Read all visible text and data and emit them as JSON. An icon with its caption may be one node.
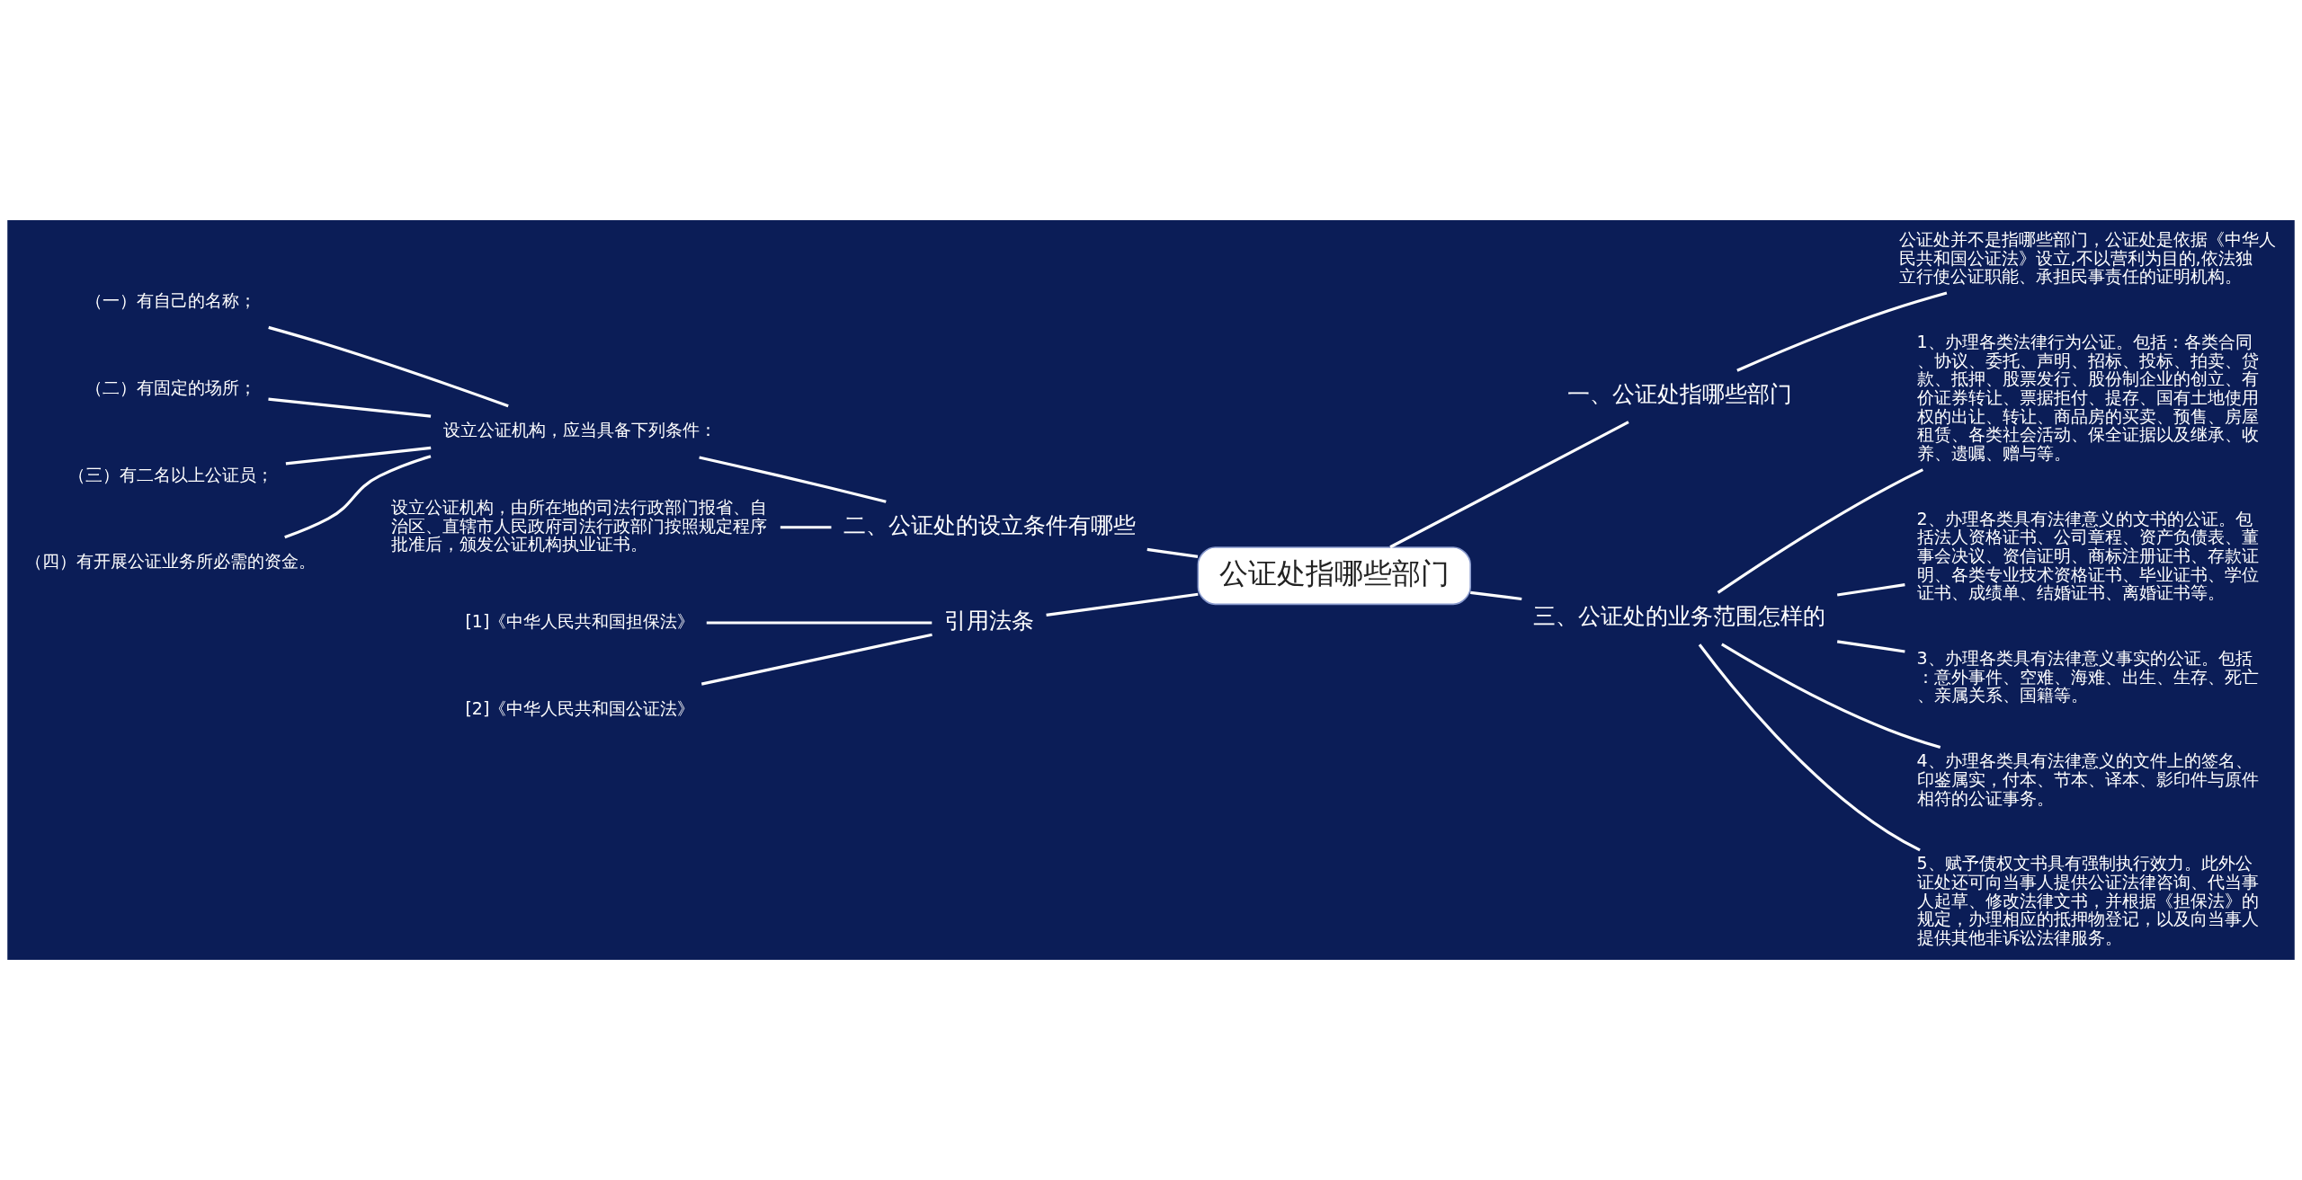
{
  "diagram": {
    "nodes": [
      {
        "text": [
          "公证处指哪些部门"
        ]
      },
      {
        "text": [
          "一、公证处指哪些部门"
        ]
      },
      {
        "text": [
          "公证处并不是指哪些部门，公证处是依据《中华人民共和国公证法》设立,不以营利为目的,依法独立行使公证职能、承担民事责任的证明机构。"
        ]
      },
      {
        "text": [
          "三、公证处的业务范围怎样的"
        ]
      },
      {
        "text": [
          "1、办理各类法律行为公证。包括：各类合同、协议、委托、声明、招标、投标、拍卖、贷款、抵押、股票发行、股份制企业的创立、有价证券转让、票据拒付、提存、国有土地使用权的出让、转让、商品房的买卖、预售、房屋租赁、各类社会活动、保全证据以及继承、收养、遗嘱、赠与等。"
        ]
      },
      {
        "text": [
          "2、办理各类具有法律意义的文书的公证。包括法人资格证书、公司章程、资产负债表、董事会决议、资信证明、商标注册证书、存款证明、各类专业技术资格证书、毕业证书、学位证书、成绩单、结婚证书、离婚证书等。"
        ]
      },
      {
        "text": [
          "3、办理各类具有法律意义事实的公证。包括：意外事件、空难、海难、出生、生存、死亡、亲属关系、国籍等。"
        ]
      },
      {
        "text": [
          "4、办理各类具有法律意义的文件上的签名、印鉴属实，付本、节本、译本、影印件与原件相符的公证事务。"
        ]
      },
      {
        "text": [
          "5、赋予债权文书具有强制执行效力。此外公证处还可向当事人提供公证法律咨询、代当事人起草、修改法律文书，并根据《担保法》的规定，办理相应的抵押物登记，以及向当事人提供其他非诉讼法律服务。"
        ]
      },
      {
        "text": [
          "二、公证处的设立条件有哪些"
        ]
      },
      {
        "text": [
          "设立公证机构，应当具备下列条件："
        ]
      },
      {
        "text": [
          "（一）有自己的名称；"
        ]
      },
      {
        "text": [
          "（二）有固定的场所；"
        ]
      },
      {
        "text": [
          "（三）有二名以上公证员；"
        ]
      },
      {
        "text": [
          "（四）有开展公证业务所必需的资金。"
        ]
      },
      {
        "text": [
          "设立公证机构，由所在地的司法行政部门报省、自治区、直辖市人民政府司法行政部门按照规定程序批准后，颁发公证机构执业证书。"
        ]
      },
      {
        "text": [
          "引用法条"
        ]
      },
      {
        "text": [
          "[1]《中华人民共和国担保法》"
        ]
      },
      {
        "text": [
          "[2]《中华人民共和国公证法》"
        ]
      }
    ],
    "edges": [
      {
        "from": 0,
        "to": 1,
        "arrow": "none"
      },
      {
        "from": 1,
        "to": 2,
        "arrow": "none"
      },
      {
        "from": 0,
        "to": 3,
        "arrow": "none"
      },
      {
        "from": 3,
        "to": 4,
        "arrow": "none"
      },
      {
        "from": 3,
        "to": 5,
        "arrow": "none"
      },
      {
        "from": 3,
        "to": 6,
        "arrow": "none"
      },
      {
        "from": 3,
        "to": 7,
        "arrow": "none"
      },
      {
        "from": 3,
        "to": 8,
        "arrow": "none"
      },
      {
        "from": 0,
        "to": 9,
        "arrow": "none"
      },
      {
        "from": 9,
        "to": 10,
        "arrow": "none"
      },
      {
        "from": 10,
        "to": 11,
        "arrow": "none"
      },
      {
        "from": 10,
        "to": 12,
        "arrow": "none"
      },
      {
        "from": 10,
        "to": 13,
        "arrow": "none"
      },
      {
        "from": 10,
        "to": 14,
        "arrow": "none"
      },
      {
        "from": 9,
        "to": 15,
        "arrow": "none"
      },
      {
        "from": 0,
        "to": 16,
        "arrow": "none"
      },
      {
        "from": 16,
        "to": 17,
        "arrow": "none"
      },
      {
        "from": 16,
        "to": 18,
        "arrow": "none"
      }
    ]
  }
}
